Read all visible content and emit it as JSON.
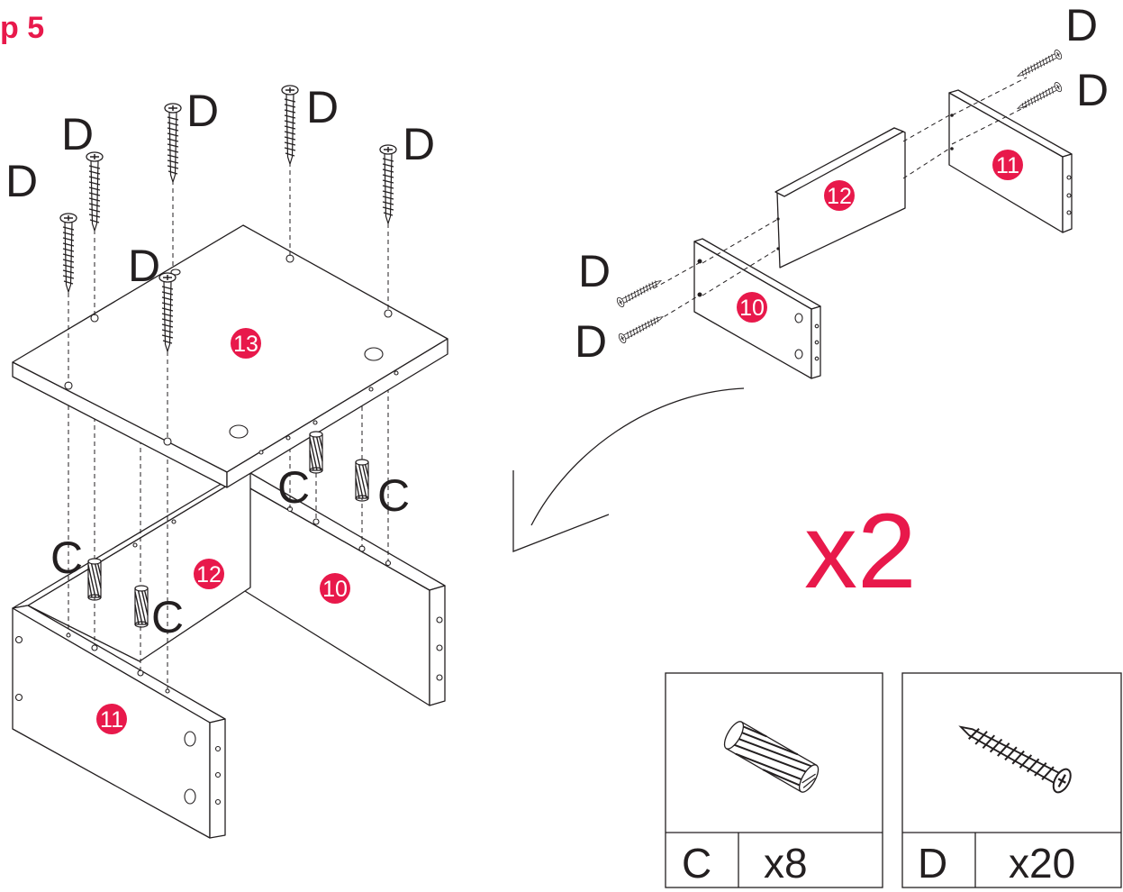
{
  "step_title": "p 5",
  "multiplier": "x2",
  "hardware_labels": {
    "dowel": "C",
    "screw": "D"
  },
  "panels": {
    "p10": "10",
    "p11": "11",
    "p12": "12",
    "p13": "13"
  },
  "parts_legend": [
    {
      "letter": "C",
      "qty": "x8",
      "icon": "wooden-dowel-icon"
    },
    {
      "letter": "D",
      "qty": "x20",
      "icon": "screw-icon"
    }
  ],
  "colors": {
    "accent": "#e8194b",
    "ink": "#231f20",
    "background": "#ffffff"
  }
}
